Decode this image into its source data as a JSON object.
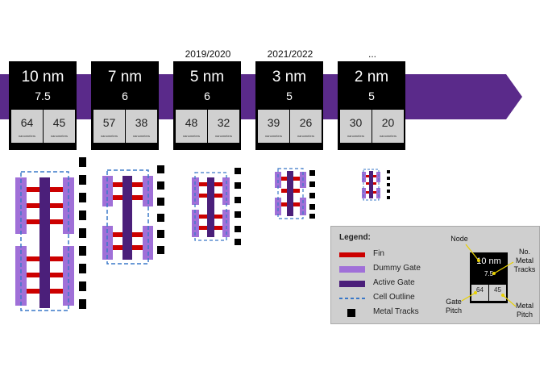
{
  "years": [
    "2019/2020",
    "2021/2022",
    "..."
  ],
  "nodes": [
    {
      "name": "10 nm",
      "tracks": "7.5",
      "gate_pitch": "64",
      "metal_pitch": "45",
      "unit": "nanometers"
    },
    {
      "name": "7 nm",
      "tracks": "6",
      "gate_pitch": "57",
      "metal_pitch": "38",
      "unit": "nanometers"
    },
    {
      "name": "5 nm",
      "tracks": "6",
      "gate_pitch": "48",
      "metal_pitch": "32",
      "unit": "nanometers"
    },
    {
      "name": "3 nm",
      "tracks": "5",
      "gate_pitch": "39",
      "metal_pitch": "26",
      "unit": "nanometers"
    },
    {
      "name": "2 nm",
      "tracks": "5",
      "gate_pitch": "30",
      "metal_pitch": "20",
      "unit": "nanometers"
    }
  ],
  "colors": {
    "arrow": "#5a2a8a",
    "fin": "#cc0000",
    "dummy_gate": "#a070d8",
    "active_gate": "#4b1f7a",
    "cell_outline": "#3a78c8",
    "metal_track": "#000000"
  },
  "legend": {
    "title": "Legend:",
    "items": [
      "Fin",
      "Dummy Gate",
      "Active Gate",
      "Cell Outline",
      "Metal Tracks"
    ],
    "callouts": {
      "node": "Node",
      "tracks": "No. Metal Tracks",
      "gate": "Gate Pitch",
      "metal": "Metal Pitch"
    },
    "example": {
      "name": "10 nm",
      "tracks": "7.5",
      "gate_pitch": "64",
      "metal_pitch": "45"
    }
  }
}
